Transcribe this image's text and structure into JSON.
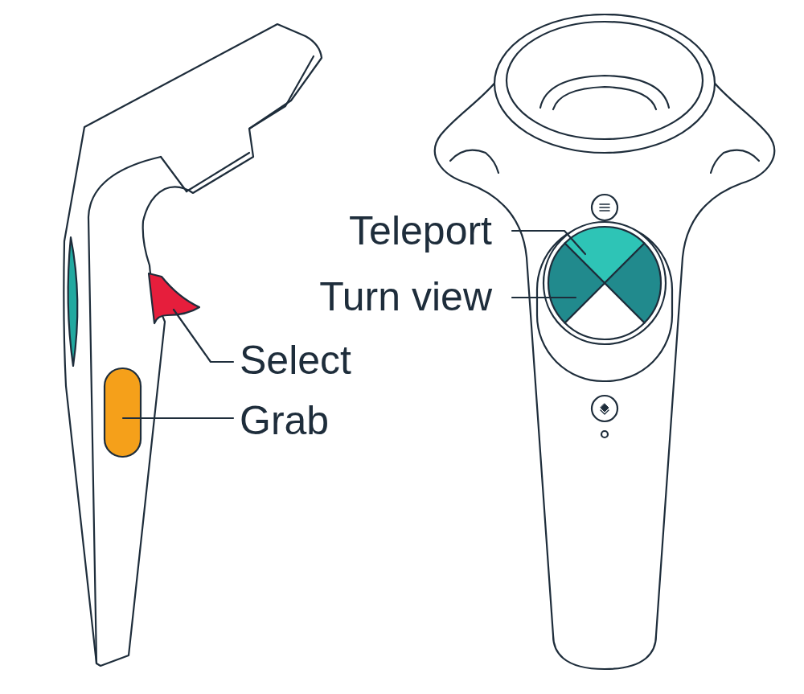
{
  "diagram": {
    "labels": [
      "Teleport",
      "Turn view",
      "Select",
      "Grab"
    ]
  }
}
